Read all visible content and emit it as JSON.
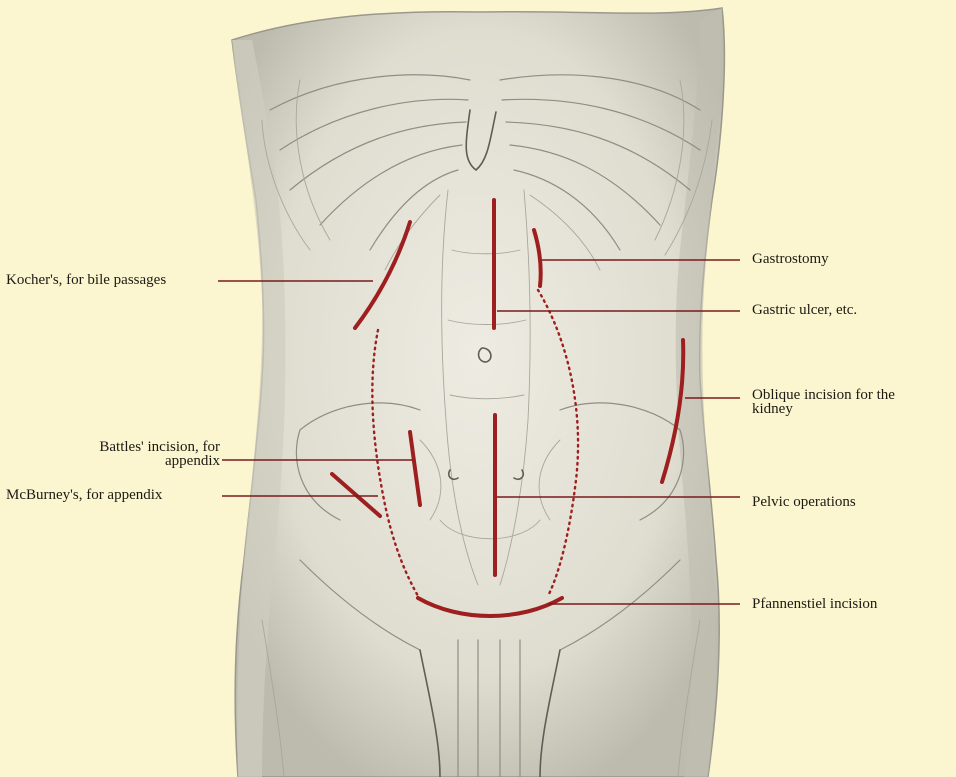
{
  "labels": {
    "kocher": "Kocher's, for bile passages",
    "battles_line1": "Battles' incision, for",
    "battles_line2": "appendix",
    "mcburney": "McBurney's, for appendix",
    "gastrostomy": "Gastrostomy",
    "gastric_ulcer": "Gastric ulcer, etc.",
    "kidney_line1": "Oblique incision for the",
    "kidney_line2": "kidney",
    "pelvic": "Pelvic operations",
    "pfannenstiel": "Pfannenstiel incision"
  },
  "colors": {
    "paper": "#fbf6cf",
    "incision": "#9e1f1f",
    "body": "#e2e0d3",
    "line_art": "#8f8e84",
    "text": "#1c1a14"
  }
}
